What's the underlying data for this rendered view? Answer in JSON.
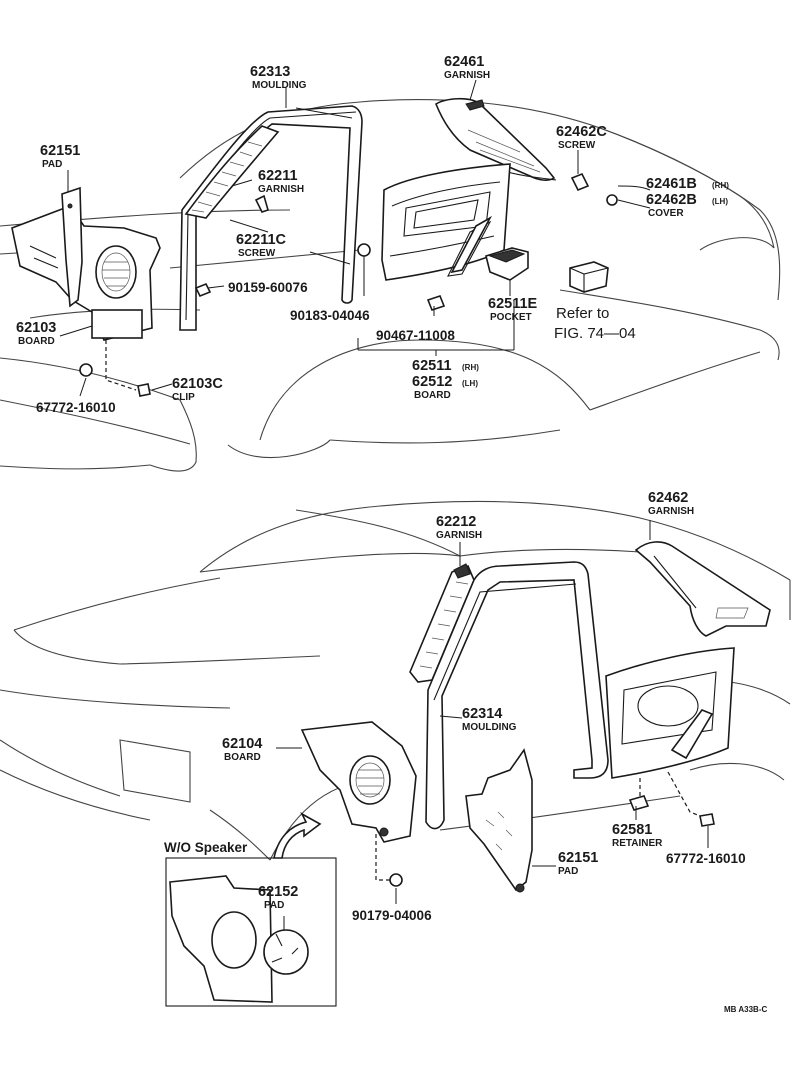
{
  "upper_figure": {
    "p62313": {
      "number": "62313",
      "name": "MOULDING"
    },
    "p62461": {
      "number": "62461",
      "name": "GARNISH"
    },
    "p62151": {
      "number": "62151",
      "name": "PAD"
    },
    "p62211": {
      "number": "62211",
      "name": "GARNISH"
    },
    "p62462c": {
      "number": "62462C",
      "name": "SCREW"
    },
    "p62461b": {
      "number": "62461B",
      "suffix": "(RH)"
    },
    "p62462b": {
      "number": "62462B",
      "suffix": "(LH)",
      "name": "COVER"
    },
    "p62211c": {
      "number": "62211C",
      "name": "SCREW"
    },
    "p90159": {
      "number": "90159-60076"
    },
    "p90183": {
      "number": "90183-04046"
    },
    "p62511e": {
      "number": "62511E",
      "name": "POCKET"
    },
    "p62103": {
      "number": "62103",
      "name": "BOARD"
    },
    "p90467": {
      "number": "90467-11008"
    },
    "p62511": {
      "number": "62511",
      "suffix": "(RH)"
    },
    "p62512": {
      "number": "62512",
      "suffix": "(LH)",
      "name": "BOARD"
    },
    "p62103c": {
      "number": "62103C",
      "name": "CLIP"
    },
    "p67772": {
      "number": "67772-16010"
    },
    "refer": {
      "line1": "Refer to",
      "line2": "FIG. 74—04"
    }
  },
  "lower_figure": {
    "p62462": {
      "number": "62462",
      "name": "GARNISH"
    },
    "p62212": {
      "number": "62212",
      "name": "GARNISH"
    },
    "p62314": {
      "number": "62314",
      "name": "MOULDING"
    },
    "p62104": {
      "number": "62104",
      "name": "BOARD"
    },
    "p62581": {
      "number": "62581",
      "name": "RETAINER"
    },
    "p67772": {
      "number": "67772-16010"
    },
    "p62151": {
      "number": "62151",
      "name": "PAD"
    },
    "p90179": {
      "number": "90179-04006"
    },
    "wo_speaker": "W/O Speaker",
    "p62152": {
      "number": "62152",
      "name": "PAD"
    }
  },
  "figure_code": "MB A33B-C"
}
